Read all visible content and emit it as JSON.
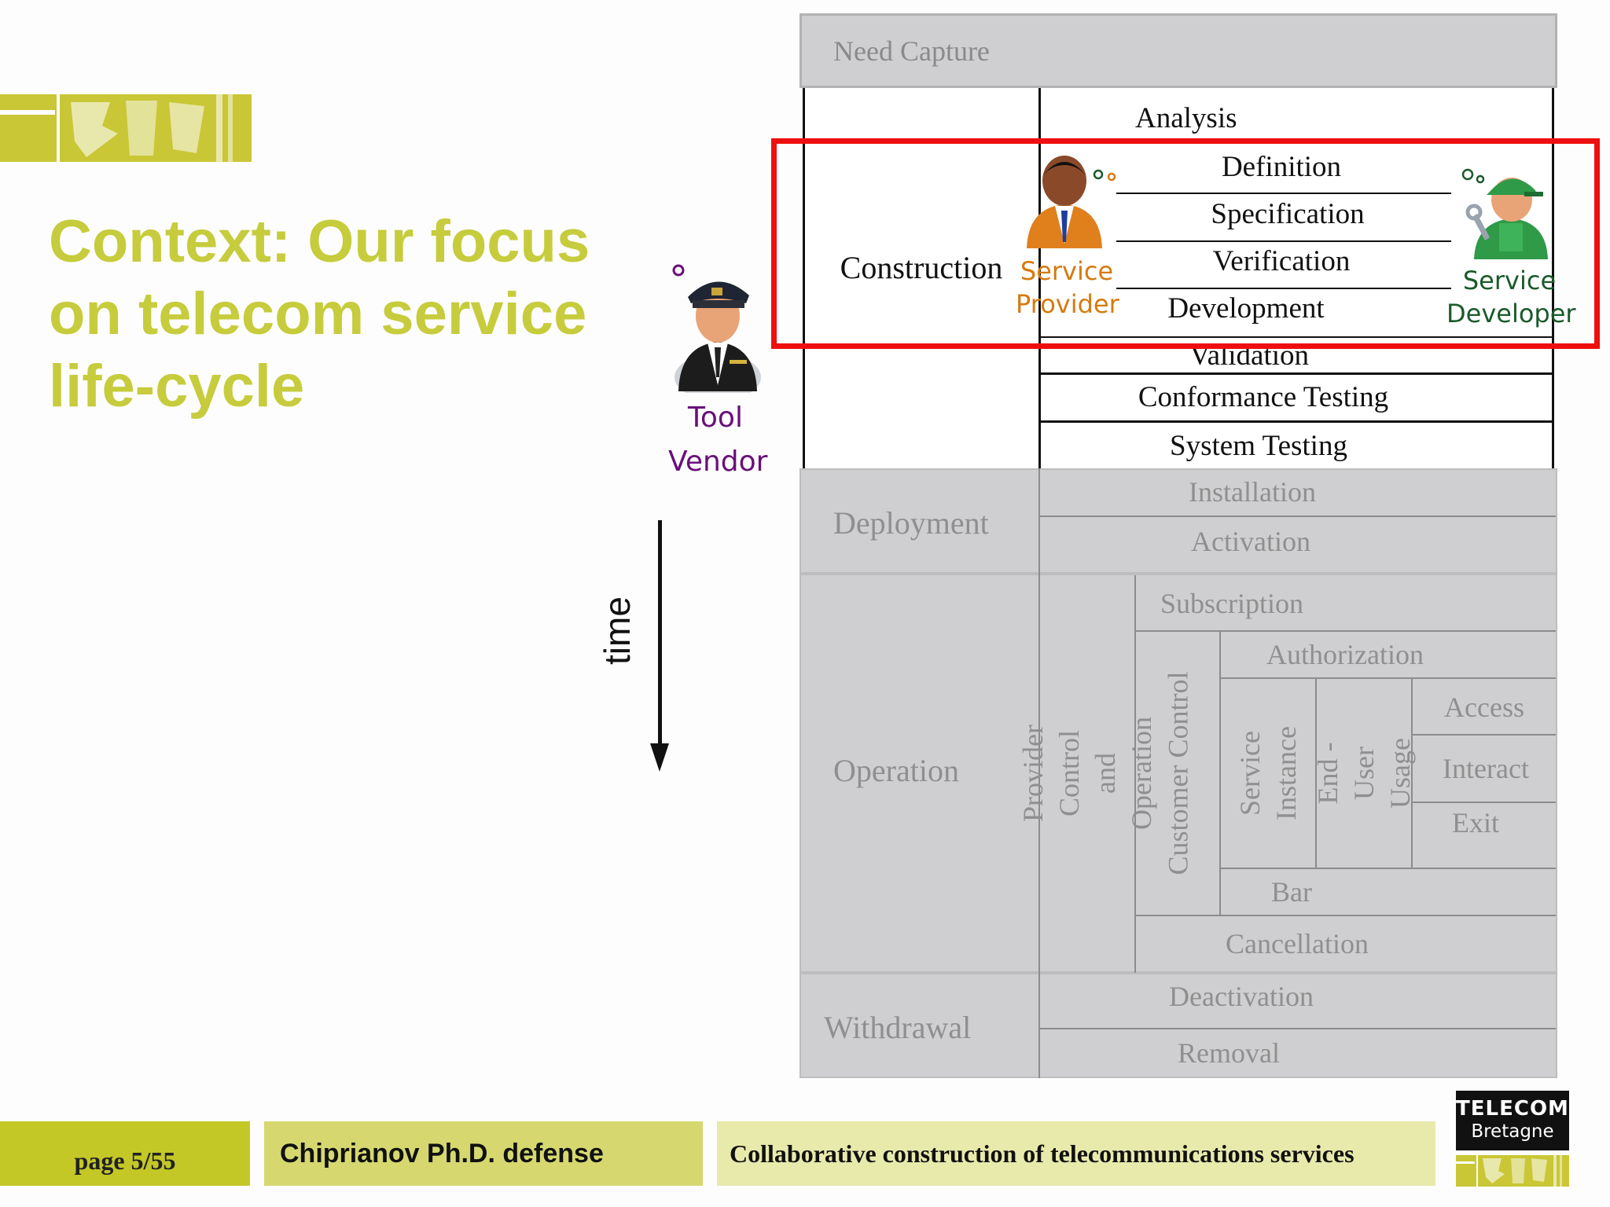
{
  "title": "Context: Our focus on telecom service life-cycle",
  "time_label": "time",
  "actors": {
    "tool_vendor": "Tool Vendor",
    "service_provider": "Service Provider",
    "service_developer": "Service Developer"
  },
  "lifecycle": {
    "need_capture": "Need Capture",
    "construction": "Construction",
    "construction_steps": [
      "Analysis",
      "Definition",
      "Specification",
      "Verification",
      "Development",
      "Validation",
      "Conformance Testing",
      "System Testing"
    ],
    "deployment": "Deployment",
    "deployment_steps": [
      "Installation",
      "Activation"
    ],
    "operation": "Operation",
    "provider_control": "Provider Control and Operation",
    "customer_control": "Customer Control",
    "subscription": "Subscription",
    "authorization": "Authorization",
    "service_instance": "Service Instance",
    "end_user_usage": "End - User Usage",
    "usage_steps": [
      "Access",
      "Interact",
      "Exit"
    ],
    "bar": "Bar",
    "cancellation": "Cancellation",
    "withdrawal": "Withdrawal",
    "withdrawal_steps": [
      "Deactivation",
      "Removal"
    ]
  },
  "footer": {
    "page": "page 5/55",
    "author": "Chiprianov Ph.D. defense",
    "topic": "Collaborative construction of telecommunications services"
  },
  "telecom_logo": {
    "line1": "TELECOM",
    "line2": "Bretagne"
  },
  "colors": {
    "accent": "#c6cc3c",
    "highlight": "#ee0f0f",
    "purple": "#6a0f7a",
    "green": "#1a5a2a",
    "orange": "#d67a10"
  }
}
